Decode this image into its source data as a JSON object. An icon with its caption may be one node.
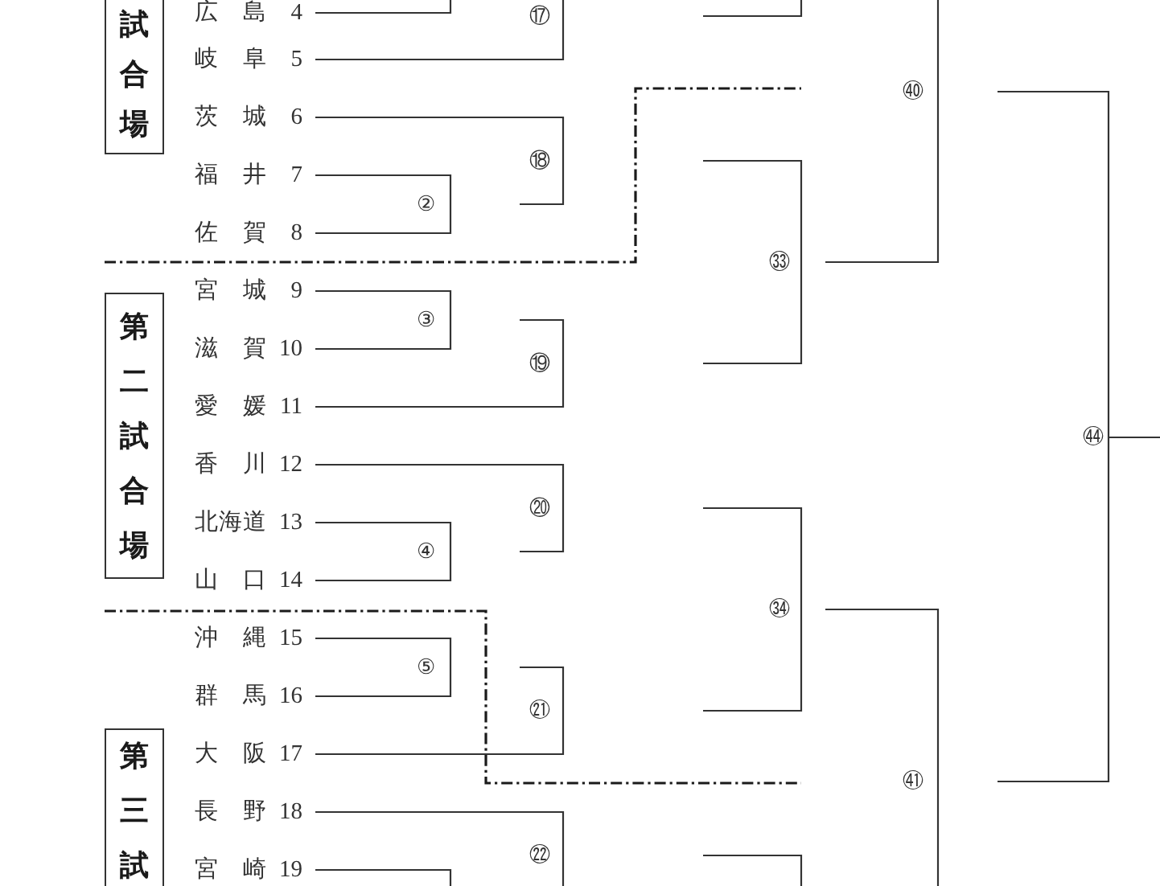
{
  "diagram": {
    "nodes": [
      {
        "text": [
          "試合場"
        ]
      },
      {
        "text": [
          "第二試合場"
        ]
      },
      {
        "text": [
          "第三試"
        ]
      },
      {
        "text": [
          "広島",
          "4"
        ]
      },
      {
        "text": [
          "岐阜",
          "5"
        ]
      },
      {
        "text": [
          "茨城",
          "6"
        ]
      },
      {
        "text": [
          "福井",
          "7"
        ]
      },
      {
        "text": [
          "佐賀",
          "8"
        ]
      },
      {
        "text": [
          "宮城",
          "9"
        ]
      },
      {
        "text": [
          "滋賀",
          "10"
        ]
      },
      {
        "text": [
          "愛媛",
          "11"
        ]
      },
      {
        "text": [
          "香川",
          "12"
        ]
      },
      {
        "text": [
          "北海道",
          "13"
        ]
      },
      {
        "text": [
          "山口",
          "14"
        ]
      },
      {
        "text": [
          "沖縄",
          "15"
        ]
      },
      {
        "text": [
          "群馬",
          "16"
        ]
      },
      {
        "text": [
          "大阪",
          "17"
        ]
      },
      {
        "text": [
          "長野",
          "18"
        ]
      },
      {
        "text": [
          "宮崎",
          "19"
        ]
      },
      {
        "text": [
          "②"
        ]
      },
      {
        "text": [
          "③"
        ]
      },
      {
        "text": [
          "④"
        ]
      },
      {
        "text": [
          "⑤"
        ]
      },
      {
        "text": [
          "⑰"
        ]
      },
      {
        "text": [
          "⑱"
        ]
      },
      {
        "text": [
          "⑲"
        ]
      },
      {
        "text": [
          "⑳"
        ]
      },
      {
        "text": [
          "㉑"
        ]
      },
      {
        "text": [
          "㉒"
        ]
      },
      {
        "text": [
          "㉝"
        ]
      },
      {
        "text": [
          "㉞"
        ]
      },
      {
        "text": [
          "㊵"
        ]
      },
      {
        "text": [
          "㊶"
        ]
      },
      {
        "text": [
          "㊹"
        ]
      }
    ],
    "edges": [
      {
        "from": 3,
        "to": null,
        "arrow": "none"
      },
      {
        "from": null,
        "to": 23,
        "arrow": "none"
      },
      {
        "from": 4,
        "to": 23,
        "arrow": "none"
      },
      {
        "from": 5,
        "to": 24,
        "arrow": "none"
      },
      {
        "from": 6,
        "to": 19,
        "arrow": "none"
      },
      {
        "from": 7,
        "to": 19,
        "arrow": "none"
      },
      {
        "from": null,
        "to": 24,
        "arrow": "none"
      },
      {
        "from": null,
        "to": 29,
        "arrow": "none"
      },
      {
        "from": 8,
        "to": 20,
        "arrow": "none"
      },
      {
        "from": 9,
        "to": 20,
        "arrow": "none"
      },
      {
        "from": null,
        "to": 25,
        "arrow": "none"
      },
      {
        "from": 10,
        "to": 25,
        "arrow": "none"
      },
      {
        "from": null,
        "to": 29,
        "arrow": "none"
      },
      {
        "from": 11,
        "to": 26,
        "arrow": "none"
      },
      {
        "from": 12,
        "to": 21,
        "arrow": "none"
      },
      {
        "from": 13,
        "to": 21,
        "arrow": "none"
      },
      {
        "from": null,
        "to": 26,
        "arrow": "none"
      },
      {
        "from": null,
        "to": 30,
        "arrow": "none"
      },
      {
        "from": 14,
        "to": 22,
        "arrow": "none"
      },
      {
        "from": 15,
        "to": 22,
        "arrow": "none"
      },
      {
        "from": null,
        "to": 27,
        "arrow": "none"
      },
      {
        "from": 16,
        "to": 27,
        "arrow": "none"
      },
      {
        "from": null,
        "to": 30,
        "arrow": "none"
      },
      {
        "from": 17,
        "to": 28,
        "arrow": "none"
      },
      {
        "from": null,
        "to": 28,
        "arrow": "none"
      },
      {
        "from": 18,
        "to": null,
        "arrow": "none"
      },
      {
        "from": 29,
        "to": 31,
        "arrow": "none"
      },
      {
        "from": null,
        "to": 31,
        "arrow": "none"
      },
      {
        "from": 30,
        "to": 32,
        "arrow": "none"
      },
      {
        "from": null,
        "to": 32,
        "arrow": "none"
      },
      {
        "from": 31,
        "to": 33,
        "arrow": "none"
      },
      {
        "from": 32,
        "to": 33,
        "arrow": "none"
      },
      {
        "from": 33,
        "to": null,
        "arrow": "none"
      }
    ]
  }
}
